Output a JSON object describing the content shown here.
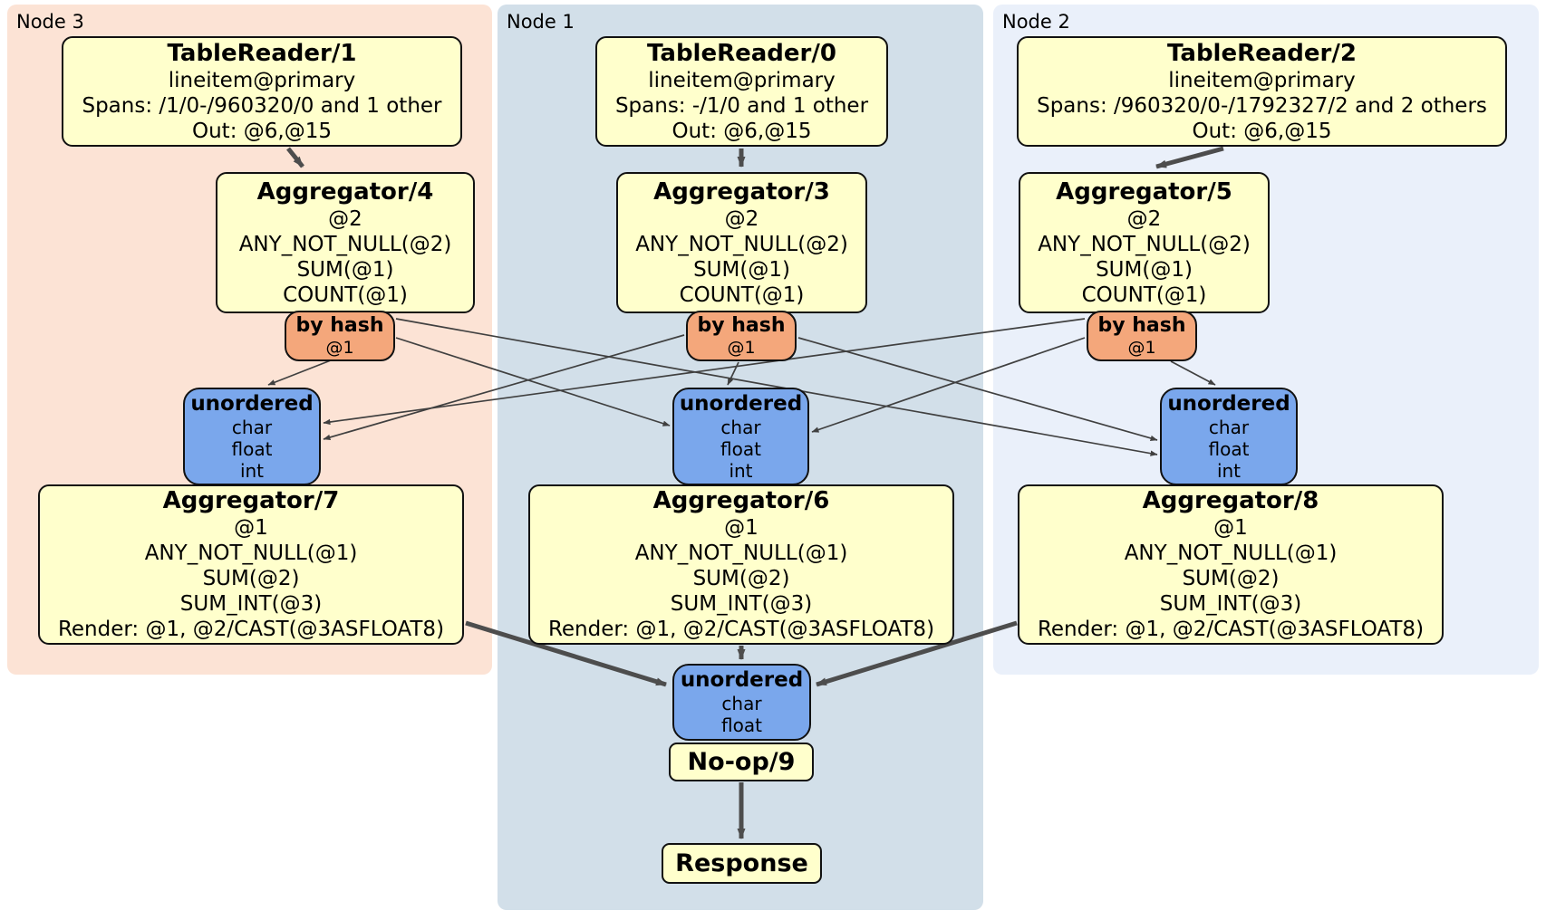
{
  "regions": {
    "node3": {
      "label": "Node 3",
      "bg": "#fce3d5"
    },
    "node1": {
      "label": "Node 1",
      "bg": "#d2dfe9"
    },
    "node2": {
      "label": "Node 2",
      "bg": "#eaf0fa"
    }
  },
  "colors": {
    "processor_bg": "#ffffcc",
    "router_bg": "#f4a77b",
    "sync_bg": "#7aa7ec",
    "edge": "#4d4d4d",
    "border": "#111111"
  },
  "processors": {
    "tr1": {
      "title": "TableReader/1",
      "lines": [
        "lineitem@primary",
        "Spans: /1/0-/960320/0 and 1 other",
        "Out: @6,@15"
      ]
    },
    "tr0": {
      "title": "TableReader/0",
      "lines": [
        "lineitem@primary",
        "Spans: -/1/0 and 1 other",
        "Out: @6,@15"
      ]
    },
    "tr2": {
      "title": "TableReader/2",
      "lines": [
        "lineitem@primary",
        "Spans: /960320/0-/1792327/2 and 2 others",
        "Out: @6,@15"
      ]
    },
    "agg4": {
      "title": "Aggregator/4",
      "lines": [
        "@2",
        "ANY_NOT_NULL(@2)",
        "SUM(@1)",
        "COUNT(@1)"
      ]
    },
    "agg3": {
      "title": "Aggregator/3",
      "lines": [
        "@2",
        "ANY_NOT_NULL(@2)",
        "SUM(@1)",
        "COUNT(@1)"
      ]
    },
    "agg5": {
      "title": "Aggregator/5",
      "lines": [
        "@2",
        "ANY_NOT_NULL(@2)",
        "SUM(@1)",
        "COUNT(@1)"
      ]
    },
    "router4": {
      "title": "by hash",
      "lines": [
        "@1"
      ]
    },
    "router3": {
      "title": "by hash",
      "lines": [
        "@1"
      ]
    },
    "router5": {
      "title": "by hash",
      "lines": [
        "@1"
      ]
    },
    "sync7": {
      "title": "unordered",
      "lines": [
        "char",
        "float",
        "int"
      ]
    },
    "sync6": {
      "title": "unordered",
      "lines": [
        "char",
        "float",
        "int"
      ]
    },
    "sync8": {
      "title": "unordered",
      "lines": [
        "char",
        "float",
        "int"
      ]
    },
    "agg7": {
      "title": "Aggregator/7",
      "lines": [
        "@1",
        "ANY_NOT_NULL(@1)",
        "SUM(@2)",
        "SUM_INT(@3)",
        "Render: @1, @2/CAST(@3ASFLOAT8)"
      ]
    },
    "agg6": {
      "title": "Aggregator/6",
      "lines": [
        "@1",
        "ANY_NOT_NULL(@1)",
        "SUM(@2)",
        "SUM_INT(@3)",
        "Render: @1, @2/CAST(@3ASFLOAT8)"
      ]
    },
    "agg8": {
      "title": "Aggregator/8",
      "lines": [
        "@1",
        "ANY_NOT_NULL(@1)",
        "SUM(@2)",
        "SUM_INT(@3)",
        "Render: @1, @2/CAST(@3ASFLOAT8)"
      ]
    },
    "sync_final": {
      "title": "unordered",
      "lines": [
        "char",
        "float"
      ]
    },
    "noop": {
      "title": "No-op/9"
    },
    "response": {
      "title": "Response"
    }
  }
}
